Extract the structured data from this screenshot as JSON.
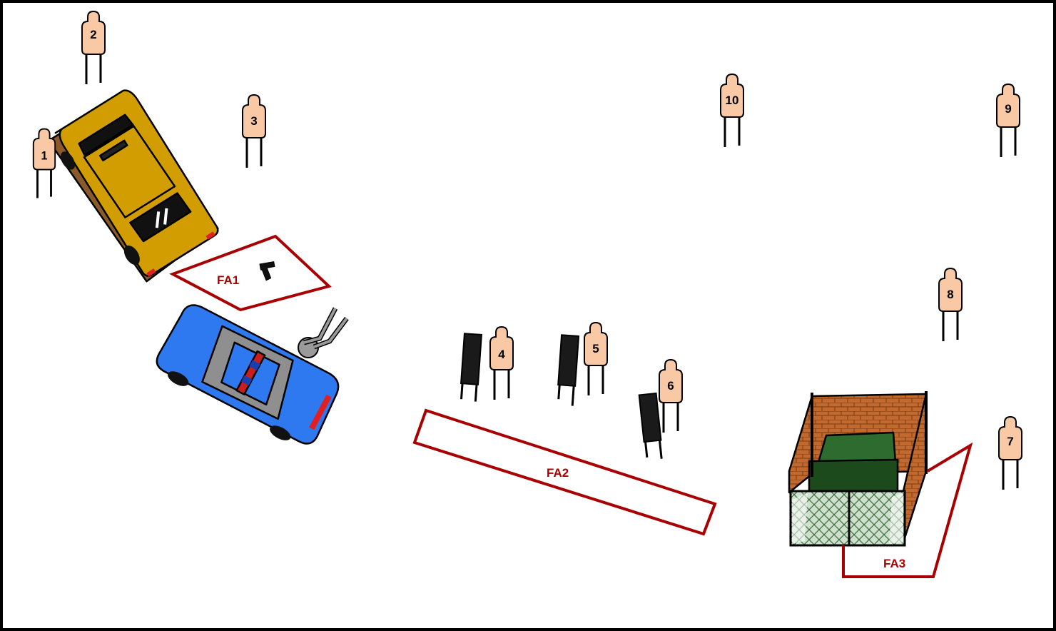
{
  "targets": [
    {
      "label": "1"
    },
    {
      "label": "2"
    },
    {
      "label": "3"
    },
    {
      "label": "4"
    },
    {
      "label": "5"
    },
    {
      "label": "6"
    },
    {
      "label": "7"
    },
    {
      "label": "8"
    },
    {
      "label": "9"
    },
    {
      "label": "10"
    }
  ],
  "fault_areas": [
    {
      "label": "FA1"
    },
    {
      "label": "FA2"
    },
    {
      "label": "FA3"
    }
  ],
  "props": [
    "taxi-car",
    "police-car",
    "handgun",
    "no-shoot-targets",
    "brick-shed-with-fence"
  ],
  "colors": {
    "target_fill": "#f9c9a6",
    "fault_area_red": "#a80000",
    "taxi_yellow": "#d29d00",
    "police_blue": "#2f79f0",
    "brick": "#c1692f",
    "dumpster_green": "#1d4a1d"
  }
}
